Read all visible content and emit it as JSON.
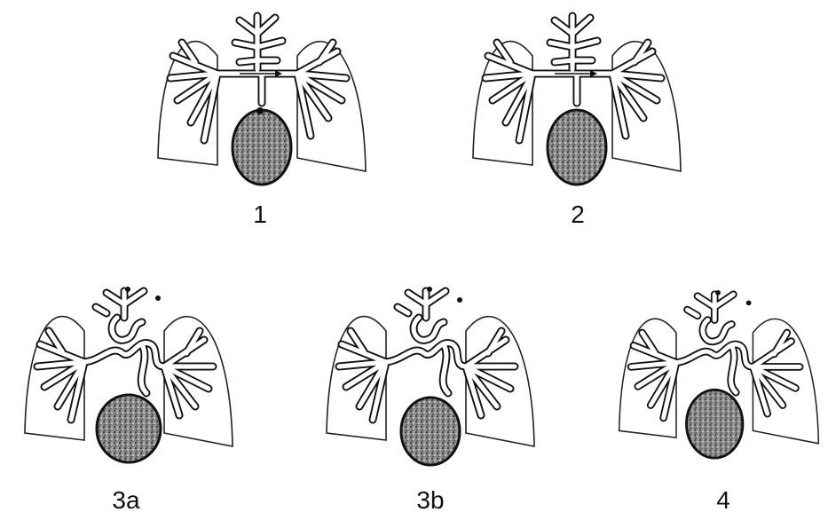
{
  "panels": [
    {
      "id": "1",
      "label": "1"
    },
    {
      "id": "2",
      "label": "2"
    },
    {
      "id": "3a",
      "label": "3a"
    },
    {
      "id": "3b",
      "label": "3b"
    },
    {
      "id": "4",
      "label": "4"
    }
  ]
}
